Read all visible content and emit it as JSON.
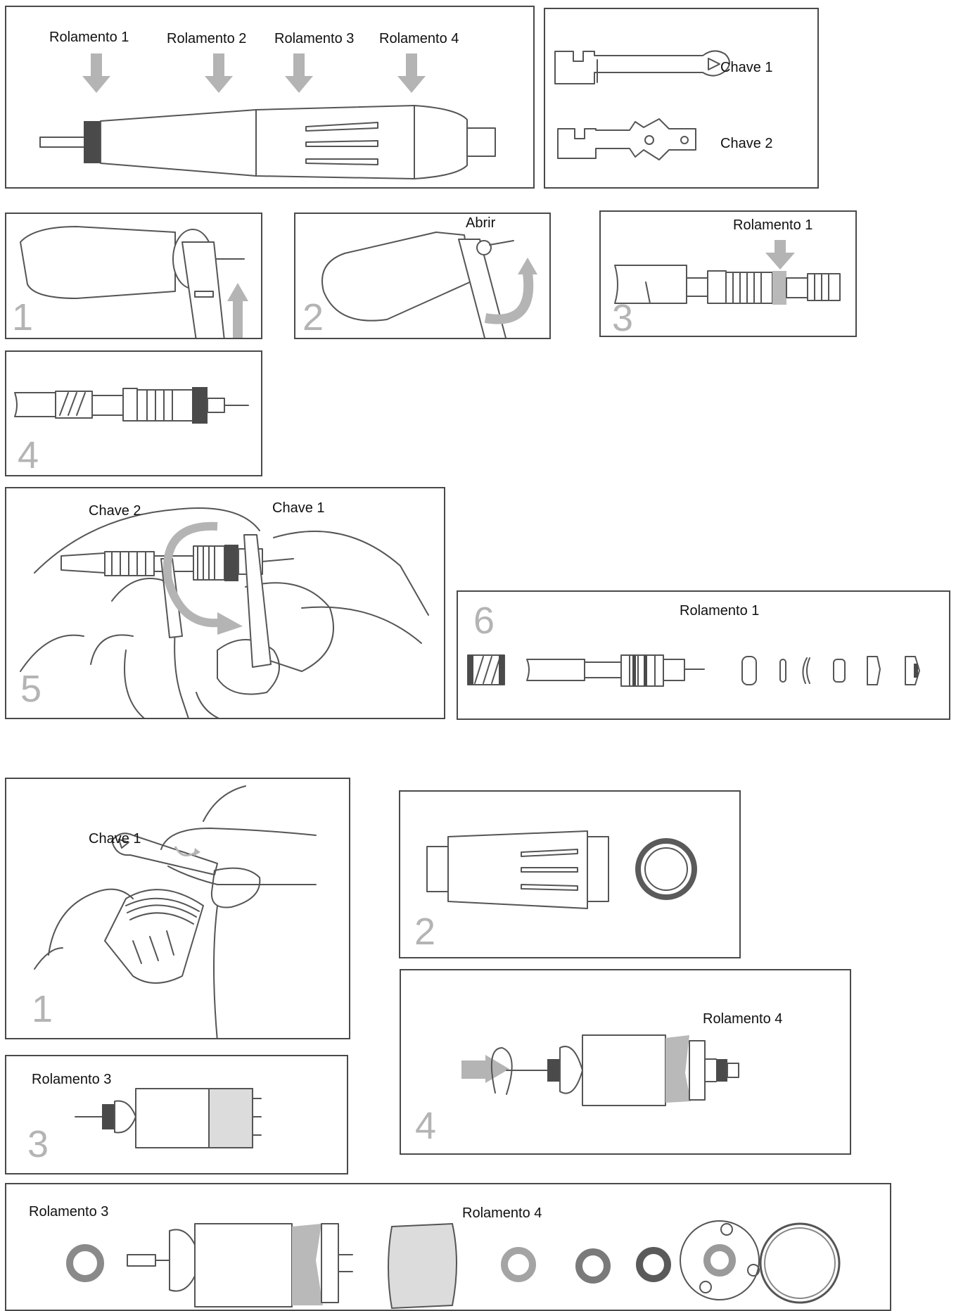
{
  "overview": {
    "bearing_labels": [
      "Rolamento 1",
      "Rolamento 2",
      "Rolamento 3",
      "Rolamento 4"
    ]
  },
  "keys": {
    "key1_label": "Chave 1",
    "key2_label": "Chave 2"
  },
  "front_steps": {
    "step1": {
      "number": "1"
    },
    "step2": {
      "number": "2",
      "label": "Abrir"
    },
    "step3": {
      "number": "3",
      "label": "Rolamento 1"
    },
    "step4": {
      "number": "4"
    },
    "step5": {
      "number": "5",
      "label_left": "Chave 2",
      "label_right": "Chave 1"
    },
    "step6": {
      "number": "6",
      "label": "Rolamento 1"
    }
  },
  "rear_steps": {
    "step1": {
      "number": "1",
      "label": "Chave 1"
    },
    "step2": {
      "number": "2"
    },
    "step3": {
      "number": "3",
      "label": "Rolamento 3"
    },
    "step4": {
      "number": "4",
      "label": "Rolamento 4"
    },
    "exploded": {
      "label_left": "Rolamento 3",
      "label_right": "Rolamento 4"
    }
  },
  "colors": {
    "border": "#4a4a4a",
    "arrow": "#b4b4b4",
    "step_number": "#b4b4b4",
    "dark_band": "#4a4a4a"
  }
}
